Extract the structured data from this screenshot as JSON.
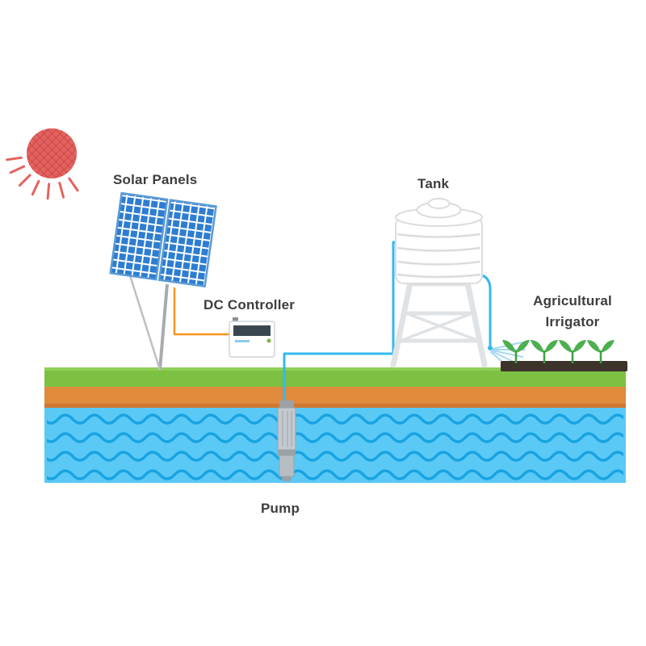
{
  "labels": {
    "solar_panels": "Solar Panels",
    "dc_controller": "DC Controller",
    "tank": "Tank",
    "irrigator_line1": "Agricultural",
    "irrigator_line2": "Irrigator",
    "pump": "Pump"
  },
  "colors": {
    "sun": "#e4625f",
    "sun_hatch": "#c94a48",
    "panel_cell": "#2d7dd2",
    "panel_frame": "#5b9bd5",
    "pole": "#a8abae",
    "wire": "#f79421",
    "pipe": "#35b8f0",
    "spray": "#a5d9f3",
    "tank_stroke": "#dcdcdc",
    "tower": "#dfe3e6",
    "grass": "#7cc142",
    "grass_light": "#90cf57",
    "soil": "#e08a3c",
    "soil_edge": "#cf7730",
    "water": "#5bc9f5",
    "wave": "#18a3e2",
    "field": "#3c342b",
    "sprout": "#4caf50",
    "stem": "#3f9d44",
    "pump_light": "#c3c9ce",
    "pump_dark": "#9aa1a7",
    "controller_band": "#3a4750",
    "text": "#3d3d3d"
  }
}
